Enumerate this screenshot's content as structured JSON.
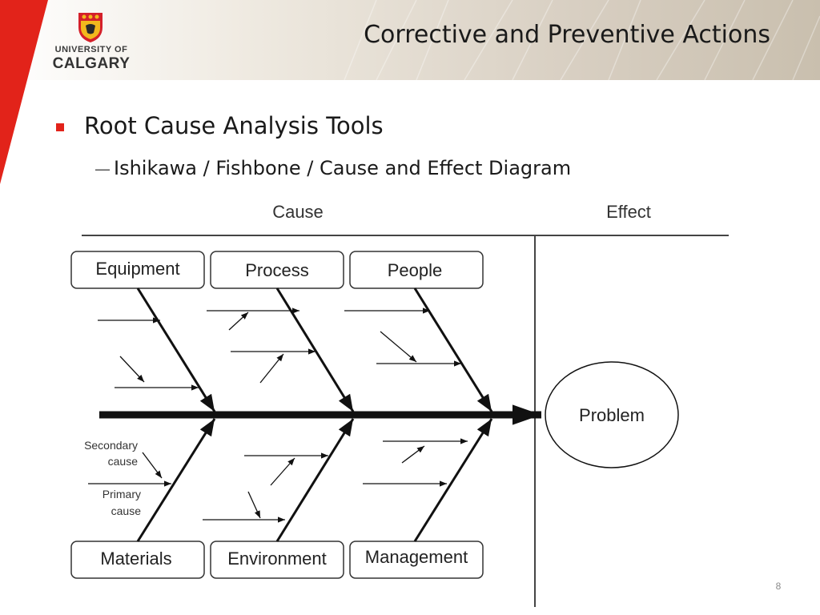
{
  "header": {
    "logo_line1": "UNIVERSITY OF",
    "logo_line2": "CALGARY",
    "title": "Corrective and Preventive Actions"
  },
  "content": {
    "bullet_l1": "Root Cause Analysis Tools",
    "bullet_l2_prefix": "—",
    "bullet_l2": "Ishikawa / Fishbone / Cause and Effect Diagram"
  },
  "diagram": {
    "cause_header": "Cause",
    "effect_header": "Effect",
    "effect_label": "Problem",
    "top_categories": [
      "Equipment",
      "Process",
      "People"
    ],
    "bottom_categories": [
      "Materials",
      "Environment",
      "Management"
    ],
    "legend": {
      "secondary_line1": "Secondary",
      "secondary_line2": "cause",
      "primary_line1": "Primary",
      "primary_line2": "cause"
    }
  },
  "footer": {
    "page_number": "8"
  },
  "colors": {
    "accent_red": "#e2231a",
    "logo_gold": "#f2b81d"
  }
}
